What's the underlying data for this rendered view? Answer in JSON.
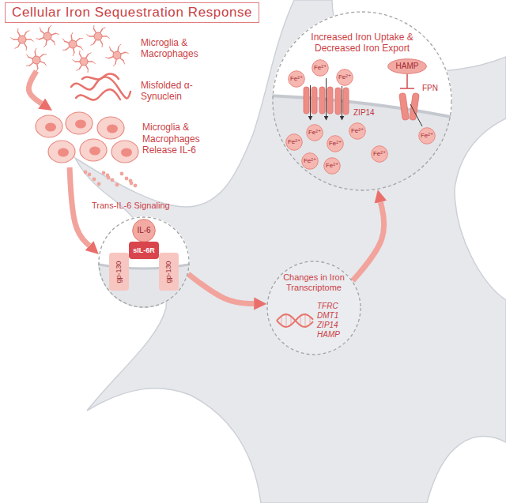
{
  "diagram": {
    "title": "Cellular Iron Sequestration Response",
    "nodes": [
      {
        "text": [
          "Microglia & Macrophages"
        ]
      },
      {
        "text": [
          "Misfolded α-Synuclein"
        ]
      },
      {
        "text": [
          "Microglia & Macrophages Release IL-6"
        ]
      },
      {
        "text": [
          "Trans-IL-6 Signaling"
        ]
      },
      {
        "text": [
          "IL-6"
        ],
        "in": 3
      },
      {
        "text": [
          "sIL-6R"
        ],
        "in": 3
      },
      {
        "text": [
          "gp-130"
        ],
        "in": 3
      },
      {
        "text": [
          "gp-130"
        ],
        "in": 3
      },
      {
        "text": [
          "Changes in Iron Transcriptome",
          "TFRC DMT1 ZIP14 HAMP"
        ]
      },
      {
        "text": [
          "Increased Iron Uptake & Decreased Iron Export"
        ]
      },
      {
        "text": [
          "HAMP"
        ],
        "in": 9
      },
      {
        "text": [
          "Fe²⁺"
        ],
        "in": 9
      },
      {
        "text": [
          "Fe²⁺"
        ],
        "in": 9
      },
      {
        "text": [
          "Fe²⁺"
        ],
        "in": 9
      },
      {
        "text": [
          "Fe²⁺"
        ],
        "in": 9
      },
      {
        "text": [
          "Fe²⁺"
        ],
        "in": 9
      },
      {
        "text": [
          "Fe²⁺"
        ],
        "in": 9
      },
      {
        "text": [
          "Fe²⁺"
        ],
        "in": 9
      },
      {
        "text": [
          "Fe²⁺"
        ],
        "in": 9
      },
      {
        "text": [
          "Fe²⁺"
        ],
        "in": 9
      },
      {
        "text": [
          "Fe²⁺"
        ],
        "in": 9
      },
      {
        "text": [
          "Fe²⁺"
        ],
        "in": 9
      }
    ],
    "edges": [
      {
        "from": 0,
        "to": 2,
        "arrow": "to"
      },
      {
        "from": 2,
        "to": 3,
        "arrow": "to"
      },
      {
        "from": 3,
        "to": 8,
        "arrow": "to"
      },
      {
        "from": 8,
        "to": 9,
        "arrow": "to"
      }
    ],
    "labels": [
      "ZIP14",
      "FPN"
    ]
  }
}
